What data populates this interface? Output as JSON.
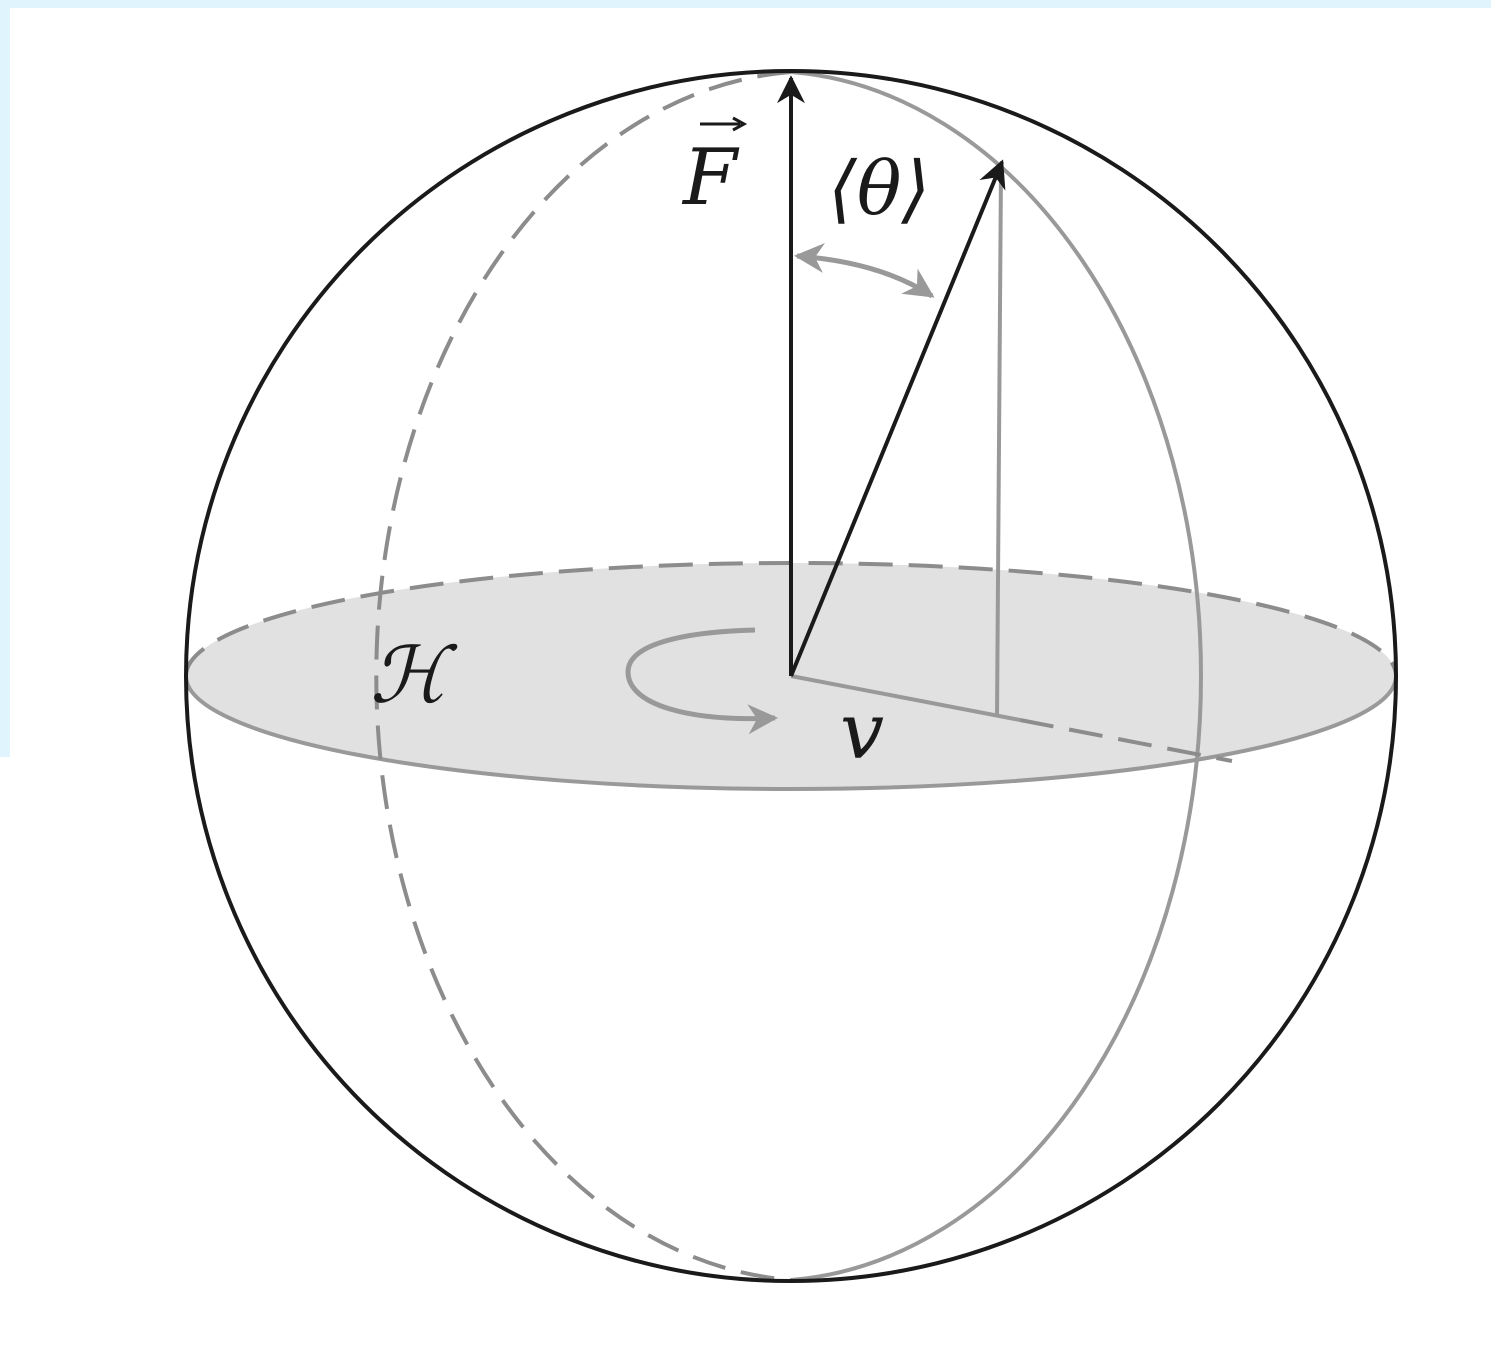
{
  "colors": {
    "frame": "#dff4fc",
    "sphere_outline": "#1a1a1a",
    "gray_line": "#999999",
    "dashed_gray": "#8c8c8c",
    "disk_fill": "#e1e1e1",
    "vector": "#1a1a1a"
  },
  "labels": {
    "force_vector": "F",
    "angle": "⟨θ⟩",
    "plane": "ℋ",
    "rotation": "v"
  }
}
